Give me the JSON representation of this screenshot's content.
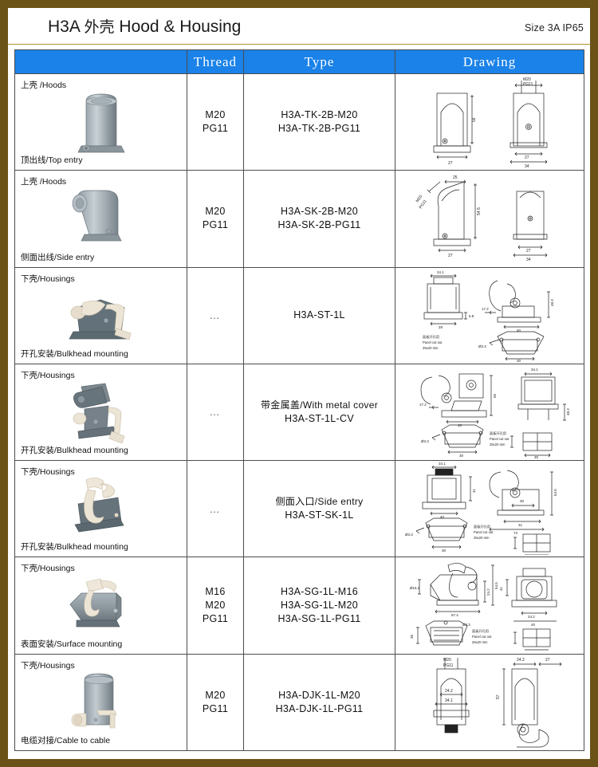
{
  "header": {
    "code": "H3A",
    "title_cn": "外壳",
    "title_en": "Hood & Housing",
    "size_label": "Size 3A IP65",
    "accent_color": "#1a82e8",
    "border_color": "#6b5317"
  },
  "columns": {
    "product": "",
    "thread": "Thread",
    "type": "Type",
    "drawing": "Drawing"
  },
  "rows": [
    {
      "category": "上壳 /Hoods",
      "mounting": "顶出线/Top entry",
      "thread": "M20\nPG11",
      "type": "H3A-TK-2B-M20\nH3A-TK-2B-PG11",
      "photo": "hood-top-entry",
      "drawing": {
        "name": "drawing-tk-2b",
        "dims": [
          "27",
          "27",
          "34",
          "56"
        ],
        "thread_labels": [
          "M20",
          "PG11"
        ]
      }
    },
    {
      "category": "上壳 /Hoods",
      "mounting": "侧面出线/Side entry",
      "thread": "M20\nPG11",
      "type": "H3A-SK-2B-M20\nH3A-SK-2B-PG11",
      "photo": "hood-side-entry",
      "drawing": {
        "name": "drawing-sk-2b",
        "dims": [
          "25",
          "54.5",
          "27",
          "27",
          "34"
        ],
        "thread_labels": [
          "M20",
          "PG11"
        ]
      }
    },
    {
      "category": "下壳/Housings",
      "mounting": "开孔安装/Bulkhead mounting",
      "thread": "…",
      "type": "H3A-ST-1L",
      "photo": "housing-bulkhead",
      "drawing": {
        "name": "drawing-st-1l",
        "dims": [
          "34.1",
          "28",
          "17.2",
          "40",
          "30",
          "48.3",
          "6.8"
        ],
        "note_cn": "面板开孔用",
        "note_en": "Panel cut out",
        "note_size": "25x20 mm",
        "hole": "Ø3.3"
      }
    },
    {
      "category": "下壳/Housings",
      "mounting": "开孔安装/Bulkhead mounting",
      "thread": "…",
      "type": "带金属盖/With metal cover\nH3A-ST-1L-CV",
      "photo": "housing-bulkhead-cover",
      "drawing": {
        "name": "drawing-st-1l-cv",
        "dims": [
          "34.1",
          "40",
          "30",
          "17.2",
          "56",
          "48.3"
        ],
        "note_cn": "面板开孔用",
        "note_en": "Panel cut out",
        "note_size": "25x20 mm",
        "hole": "Ø3.3"
      }
    },
    {
      "category": "下壳/Housings",
      "mounting": "开孔安装/Bulkhead mounting",
      "thread": "…",
      "type": "侧面入口/Side entry\nH3A-ST-SK-1L",
      "photo": "housing-side-entry",
      "drawing": {
        "name": "drawing-st-sk-1l",
        "dims": [
          "34.1",
          "40",
          "30",
          "73",
          "41",
          "54.5",
          "48.3"
        ],
        "note_cn": "面板开孔用",
        "note_en": "Panel cut out",
        "note_size": "25x20 mm",
        "hole": "Ø3.3"
      }
    },
    {
      "category": "下壳/Housings",
      "mounting": "表面安装/Surface mounting",
      "thread": "M16\nM20\nPG11",
      "type": "H3A-SG-1L-M16\nH3A-SG-1L-M20\nH3A-SG-1L-PG11",
      "photo": "housing-surface",
      "drawing": {
        "name": "drawing-sg-1l",
        "dims": [
          "57.4",
          "24.2",
          "54.5",
          "41",
          "24.2",
          "40",
          "30"
        ],
        "note_cn": "面板开孔用",
        "note_en": "Panel cut out",
        "note_size": "25x20 mm",
        "hole": "Ø3.3"
      }
    },
    {
      "category": "下壳/Housings",
      "mounting": "电缆对接/Cable to cable",
      "thread": "M20\nPG11",
      "type": "H3A-DJK-1L-M20\nH3A-DJK-1L-PG11",
      "photo": "housing-cable-to-cable",
      "drawing": {
        "name": "drawing-djk-1l",
        "dims": [
          "24.2",
          "34.1",
          "24.2",
          "27",
          "57"
        ],
        "thread_labels": [
          "M20",
          "PG11"
        ]
      }
    }
  ]
}
